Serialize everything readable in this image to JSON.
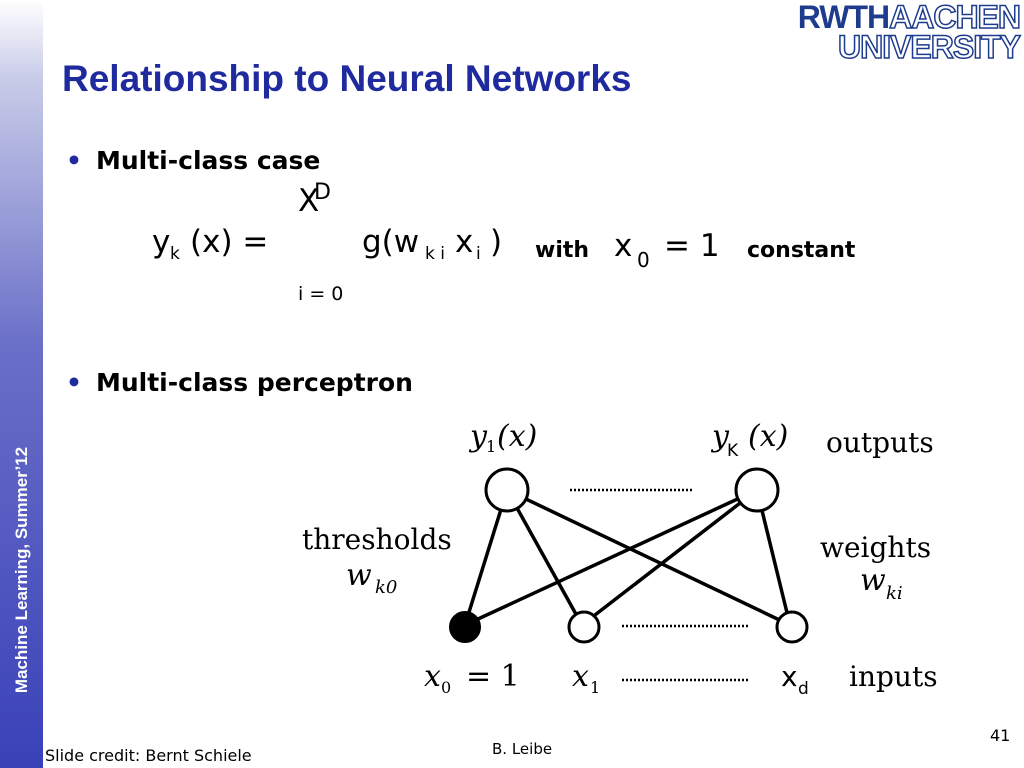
{
  "sidebar": {
    "text": "Machine Learning, Summer’12"
  },
  "logo": {
    "line1_bold": "RWTH",
    "line1_outline": "AACHEN",
    "line2_outline": "UNIVERSITY"
  },
  "title": "Relationship to Neural Networks",
  "bullets": [
    {
      "text": "Multi-class case"
    },
    {
      "text": "Multi-class perceptron"
    }
  ],
  "formula": {
    "y": "y",
    "k": "k",
    "lhs_args": "(x) =",
    "sum_symbol": "X",
    "upper": "D",
    "lower": "i = 0",
    "g_open": "g(w",
    "ki": "k i",
    "x": "x",
    "i": "i",
    "close": ")",
    "with": "with",
    "x0_var": "x",
    "x0_sub": "0",
    "equals_one": "= 1",
    "constant": "constant"
  },
  "diagram": {
    "y1": "y",
    "y1_sub": "1",
    "y1_args": "(x)",
    "yK": "y",
    "yK_sub": "K",
    "yK_args": "(x)",
    "outputs": "outputs",
    "thresholds": "thresholds",
    "w_k0": "w",
    "w_k0_sub": "k0",
    "weights": "weights",
    "w_ki": "w",
    "w_ki_sub": "ki",
    "x0": "x",
    "x0_sub": "0",
    "x0_eq": "= 1",
    "x1": "x",
    "x1_sub": "1",
    "xd": "x",
    "xd_sub": "d",
    "inputs": "inputs"
  },
  "footer": {
    "credit": "Slide credit: Bernt Schiele",
    "author": "B. Leibe",
    "page": "41"
  }
}
